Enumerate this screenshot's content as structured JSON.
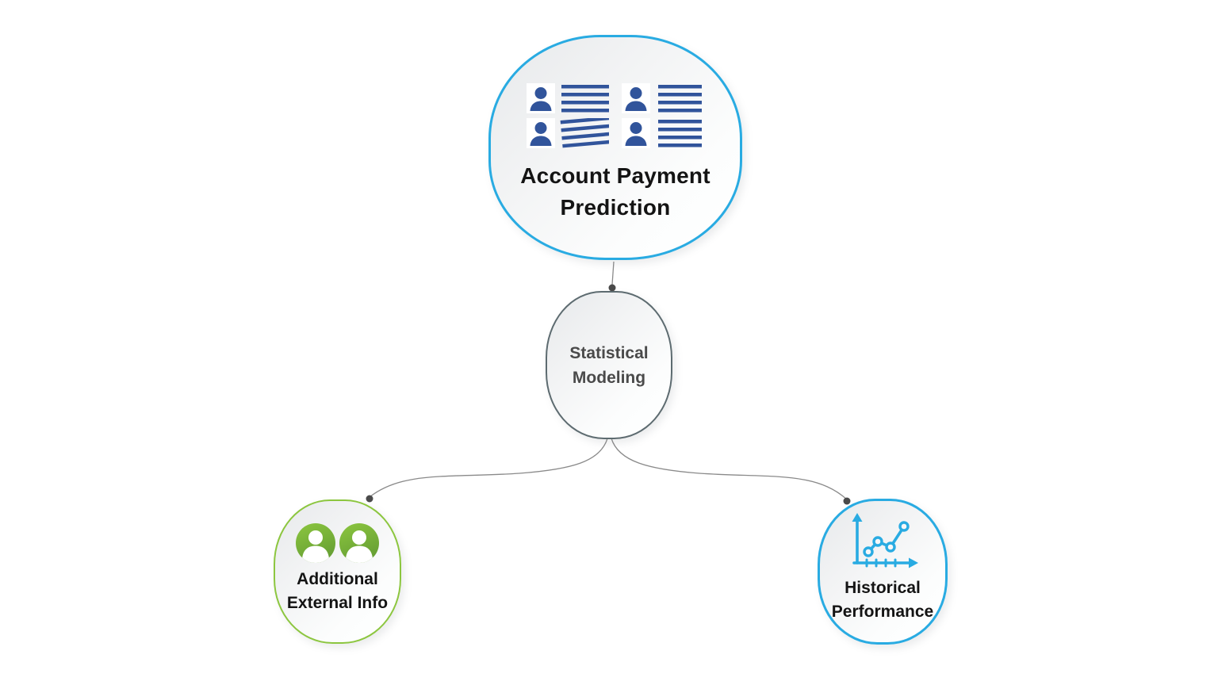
{
  "diagram": {
    "type": "hierarchy-flowchart",
    "background": "#ffffff",
    "nodes": {
      "root": {
        "label": "Account Payment Prediction",
        "border_color": "#29ABE2",
        "icon": "contact-cards-icon"
      },
      "model": {
        "label": "Statistical Modeling",
        "border_color": "#5D6B70",
        "icon": null
      },
      "external": {
        "label": "Additional External Info",
        "border_color": "#8CC63F",
        "icon": "users-icon"
      },
      "historical": {
        "label": "Historical Performance",
        "border_color": "#29ABE2",
        "icon": "line-chart-icon"
      }
    },
    "edges": [
      {
        "from": "Account Payment Prediction",
        "to": "Statistical Modeling"
      },
      {
        "from": "Statistical Modeling",
        "to": "Additional External Info"
      },
      {
        "from": "Statistical Modeling",
        "to": "Historical Performance"
      }
    ],
    "colors": {
      "accent_blue": "#29ABE2",
      "card_icon_blue": "#31549B",
      "green_border": "#8CC63F",
      "green_icon_fill": "#74AC3F",
      "gray_node_border": "#5D6B70",
      "connector_line": "#8A8A8A",
      "connector_dot": "#4A4A4A",
      "label_dark": "#141414",
      "label_gray": "#4A4A4A"
    }
  }
}
